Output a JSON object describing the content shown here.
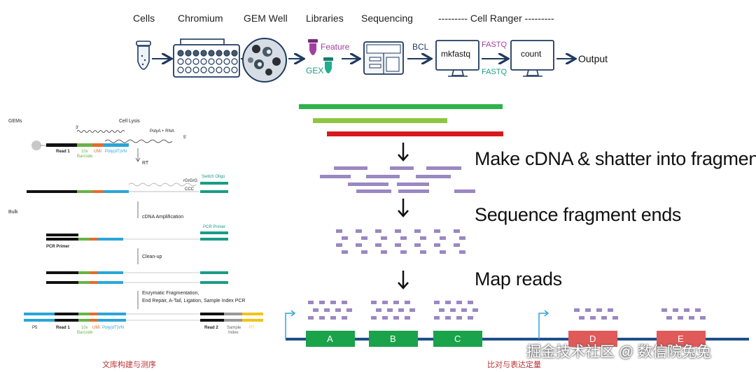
{
  "pipeline": {
    "stages": [
      "Cells",
      "Chromium",
      "GEM Well",
      "Libraries",
      "Sequencing",
      "--------- Cell Ranger ---------"
    ],
    "feature_label": "Feature",
    "gex_label": "GEX",
    "bcl_label": "BCL",
    "mkfastq_label": "mkfastq",
    "fastq_top": "FASTQ",
    "fastq_bottom": "FASTQ",
    "count_label": "count",
    "output_label": "Output"
  },
  "left_panel": {
    "gems_label": "GEMs",
    "cell_lysis": "Cell Lysis",
    "polya_rna": "PolyA + RNA",
    "three_prime": "3'",
    "five_prime": "5'",
    "read1": "Read 1",
    "barcode_10x": "10x",
    "barcode_word": "Barcode",
    "umi": "UMI",
    "polydt": "Poly(dT)VN",
    "rt": "RT",
    "rgrgrg": "rGrGrG",
    "ccc": "CCC",
    "switch_oligo": "Switch Oligo",
    "bulk_label": "Bulk",
    "cdna_amp": "cDNA Amplification",
    "pcr_primer_right": "PCR Primer",
    "pcr_primer_left": "PCR Primer",
    "cleanup": "Clean-up",
    "enzymatic_line1": "Enzymatic Fragmentation,",
    "enzymatic_line2": "End Repair, A-Tail, Ligation, Sample Index PCR",
    "p5": "P5",
    "read1_b": "Read 1",
    "barcode_10x_b": "10x",
    "barcode_word_b": "Barcode",
    "umi_b": "UMI",
    "polydt_b": "Poly(dT)VN",
    "read2": "Read 2",
    "sample_index_l1": "Sample",
    "sample_index_l2": "Index",
    "p7": "P7",
    "caption": "文库构建与测序"
  },
  "right_panel": {
    "step1": "Make cDNA & shatter into fragments",
    "step2": "Sequence fragment ends",
    "step3": "Map reads",
    "exons": [
      "A",
      "B",
      "C",
      "D",
      "E"
    ],
    "caption": "比对与表达定量"
  },
  "watermark": "掘金技术社区 @ 数信院兔兔",
  "colors": {
    "navy": "#1f3a5f",
    "green_bar": "#2db34a",
    "lightgreen_bar": "#8dc63f",
    "red_bar": "#d7191c",
    "purple": "#9b87c2",
    "exon_green": "#1aa34a",
    "exon_red": "#e05a5a",
    "gene_line": "#1f4e8c",
    "teal": "#1b9c85",
    "blue_seg": "#2aa6d9",
    "orange_seg": "#e36c2b",
    "green_seg": "#6ab344",
    "yellow_seg": "#f2c318",
    "caption_red": "#b33333"
  }
}
